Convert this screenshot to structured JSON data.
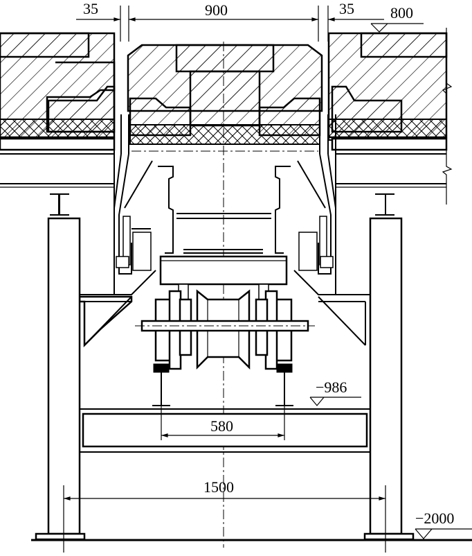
{
  "dimensions": {
    "top_left_gap": "35",
    "top_center_width": "900",
    "top_right_gap": "35",
    "rail_gauge": "580",
    "column_span": "1500"
  },
  "elevations": {
    "top_level": "800",
    "platform_level": "−986",
    "floor_level": "−2000"
  }
}
